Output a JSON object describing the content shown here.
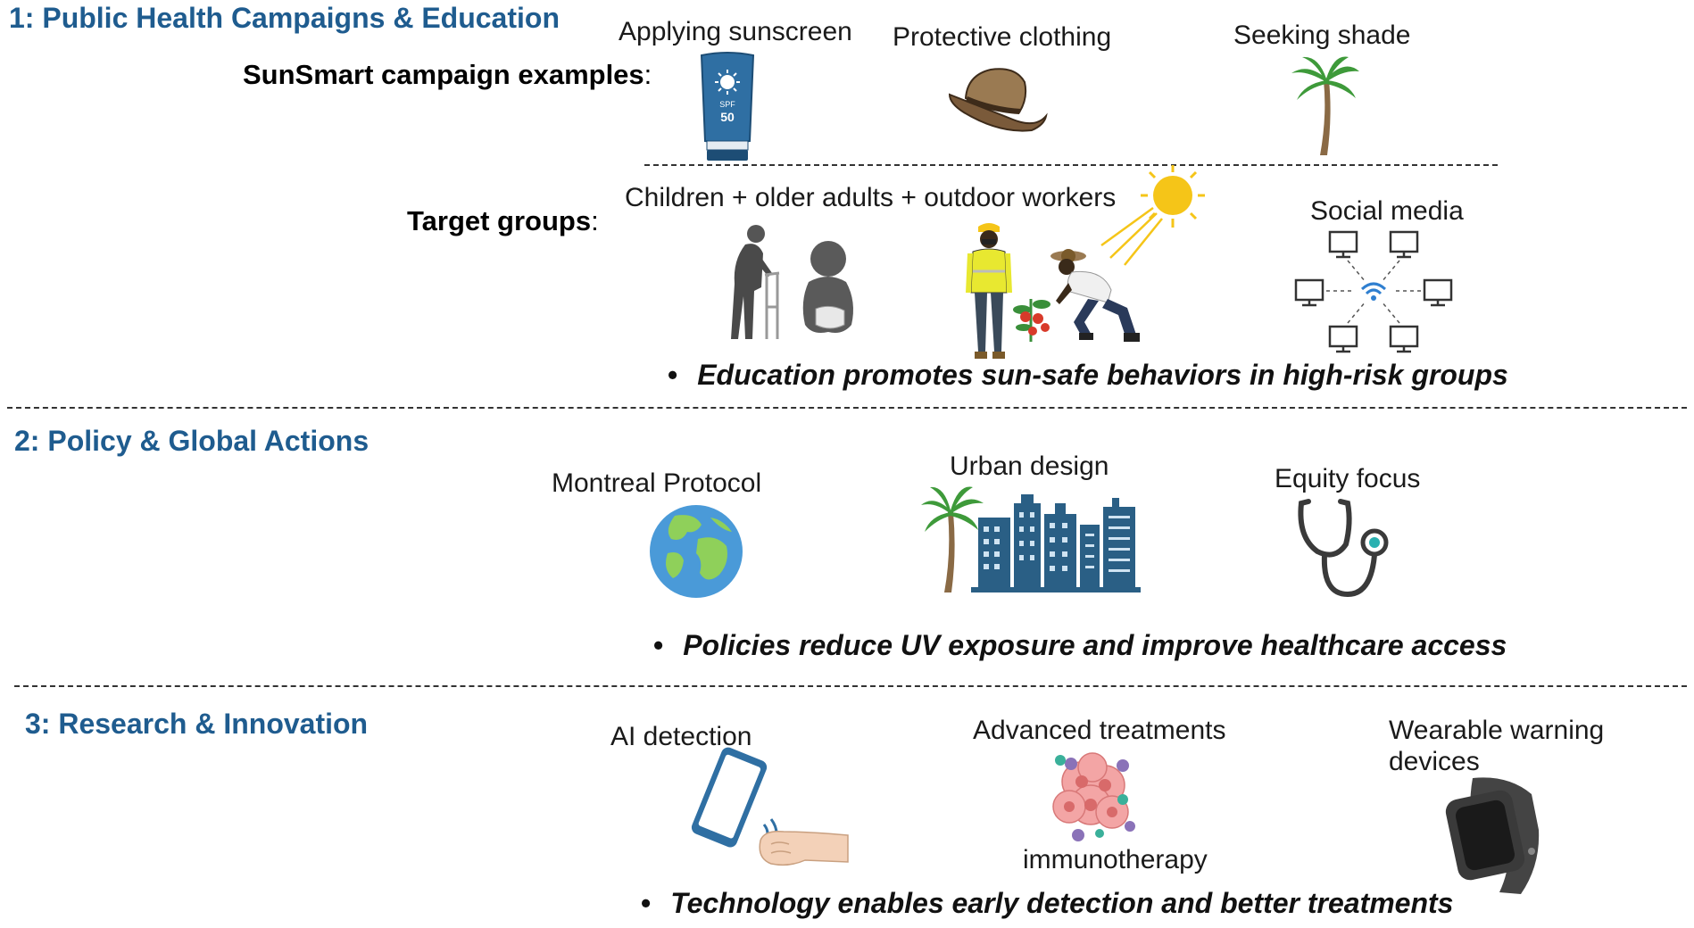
{
  "sections": [
    {
      "title": "1: Public Health Campaigns & Education",
      "campaign_label": "SunSmart campaign examples",
      "campaign_items": [
        "Applying sunscreen",
        "Protective clothing",
        "Seeking shade"
      ],
      "sunscreen_text": {
        "spf": "SPF",
        "value": "50"
      },
      "target_label": "Target groups",
      "target_groups": "Children + older adults + outdoor workers",
      "social_media": "Social media",
      "bullet": "Education promotes sun-safe behaviors in high-risk groups"
    },
    {
      "title": "2: Policy & Global Actions",
      "items": [
        "Montreal Protocol",
        "Urban design",
        "Equity focus"
      ],
      "bullet": "Policies reduce UV exposure and improve healthcare access"
    },
    {
      "title": "3: Research & Innovation",
      "items": [
        "AI detection",
        "Advanced treatments",
        "Wearable warning devices"
      ],
      "treatment_sublabel": "immunotherapy",
      "bullet": "Technology enables early detection and better treatments"
    }
  ],
  "colon": ":",
  "bullet_mark": "•",
  "colors": {
    "section_title": "#1f5c8f",
    "sunscreen": "#2f6fa3",
    "sun": "#f5c518",
    "plant": "#3a8f3a",
    "city": "#2a5f85"
  }
}
